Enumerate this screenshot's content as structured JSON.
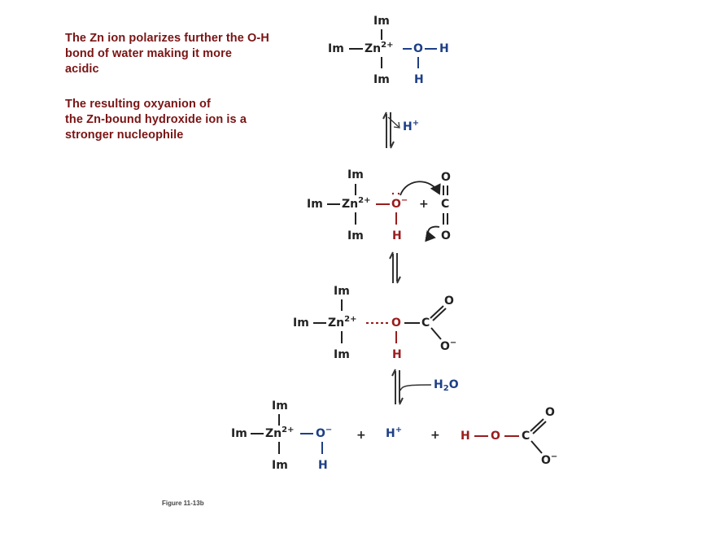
{
  "notes": {
    "para1": [
      "The Zn ion polarizes further the O-H",
      "bond of water making it more",
      "acidic"
    ],
    "para2": [
      "The resulting oxyanion of",
      "the Zn-bound hydroxide ion is a",
      "stronger nucleophile"
    ]
  },
  "labels": {
    "im": "Im",
    "zn": "Zn",
    "charge_2plus": "2+",
    "o": "O",
    "h": "H",
    "c": "C",
    "minus": "−",
    "plus": "+",
    "h_plus": "H",
    "h2o_h": "H",
    "h2o_2": "2",
    "h2o_o": "O"
  },
  "steps": [
    {
      "name": "zn-bound-water",
      "description": "Im3-Zn2+ bound to H2O"
    },
    {
      "name": "zn-hydroxide-attacks-co2",
      "description": "Zn-bound hydroxide attacks CO2"
    },
    {
      "name": "zn-bound-bicarbonate",
      "description": "Zn coordinated bicarbonate intermediate"
    },
    {
      "name": "products",
      "description": "Zn-hydroxide + H+ + bicarbonate (after H2O displacement)"
    }
  ],
  "arrows": {
    "arrow1_release": "H+",
    "arrow4_input": "H2O"
  },
  "colors": {
    "note_text": "#7a1414",
    "blue": "#1e3f86",
    "red": "#9a1c1c",
    "black": "#222222"
  },
  "caption": "Figure 11-13b"
}
